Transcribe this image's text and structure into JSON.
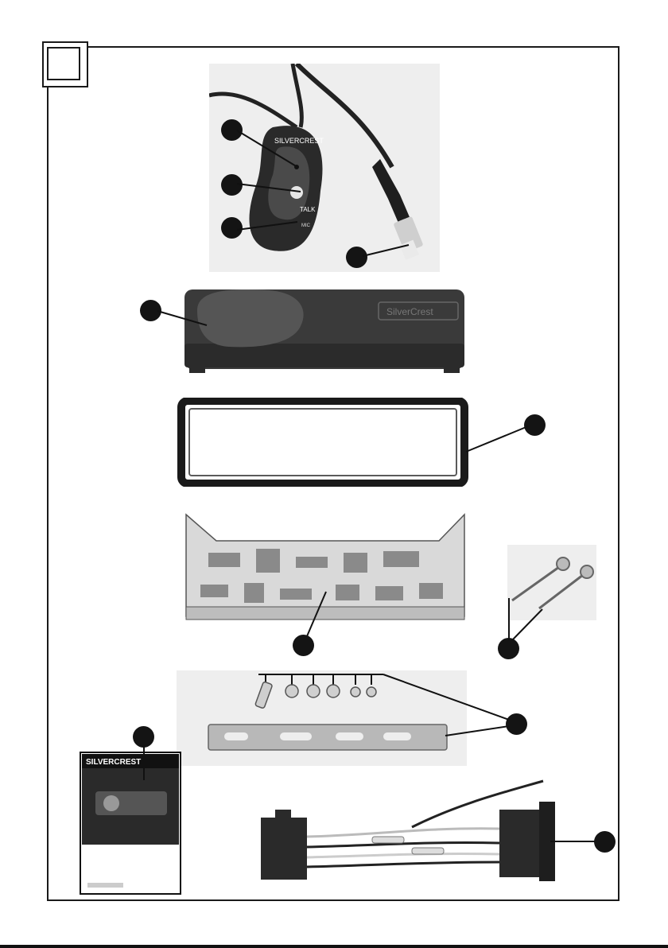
{
  "figure": {
    "tab_label": "",
    "parts": [
      {
        "id": "remote-microphone",
        "brand": "SILVERCREST",
        "button_label": "TALK",
        "mic_label": "MIC"
      },
      {
        "id": "front-panel-case",
        "brand": "SilverCrest"
      },
      {
        "id": "trim-frame"
      },
      {
        "id": "mounting-cage"
      },
      {
        "id": "release-keys"
      },
      {
        "id": "fixing-kit"
      },
      {
        "id": "operating-manual",
        "brand": "SILVERCREST"
      },
      {
        "id": "iso-adapter-cable"
      }
    ]
  },
  "colors": {
    "frame": "#1a1a1a",
    "callout": "#141414",
    "photo_bg": "#eeeeee"
  }
}
